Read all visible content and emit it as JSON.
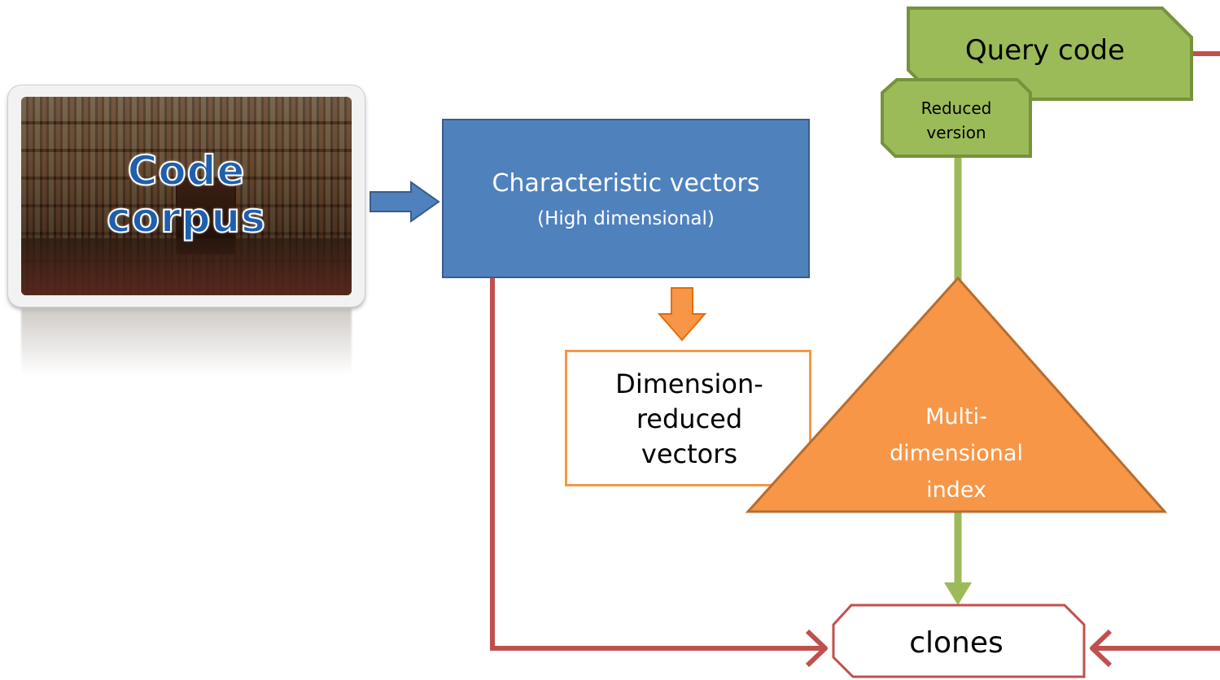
{
  "diagram": {
    "corpus": {
      "label_line1": "Code",
      "label_line2": "corpus"
    },
    "characteristic_vectors": {
      "title": "Characteristic vectors",
      "subtitle": "(High dimensional)"
    },
    "dimension_reduced": {
      "line1": "Dimension-",
      "line2": "reduced",
      "line3": "vectors"
    },
    "query_code": {
      "title": "Query code",
      "reduced_line1": "Reduced",
      "reduced_line2": "version"
    },
    "index": {
      "line1": "Multi-",
      "line2": "dimensional",
      "line3": "index"
    },
    "clones": {
      "label": "clones"
    }
  },
  "colors": {
    "blue_box": "#4f81bd",
    "orange": "#f79646",
    "green": "#9bbb59",
    "red_line": "#c0504d"
  }
}
